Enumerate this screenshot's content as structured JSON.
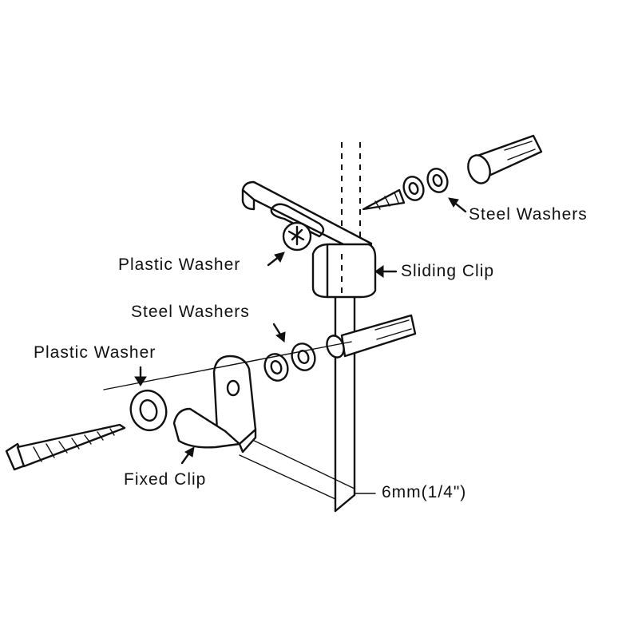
{
  "labels": {
    "steel_washers_top": "Steel  Washers",
    "plastic_washer_top": "Plastic  Washer",
    "sliding_clip": "Sliding  Clip",
    "steel_washers_mid": "Steel  Washers",
    "plastic_washer_left": "Plastic  Washer",
    "fixed_clip": "Fixed  Clip",
    "glass_thickness": "6mm(1/4\")"
  },
  "colors": {
    "ink": "#111111",
    "background": "#ffffff"
  },
  "icons": [
    "arrow-icon",
    "screw-icon",
    "anchor-icon",
    "washer-icon",
    "clip-icon"
  ]
}
